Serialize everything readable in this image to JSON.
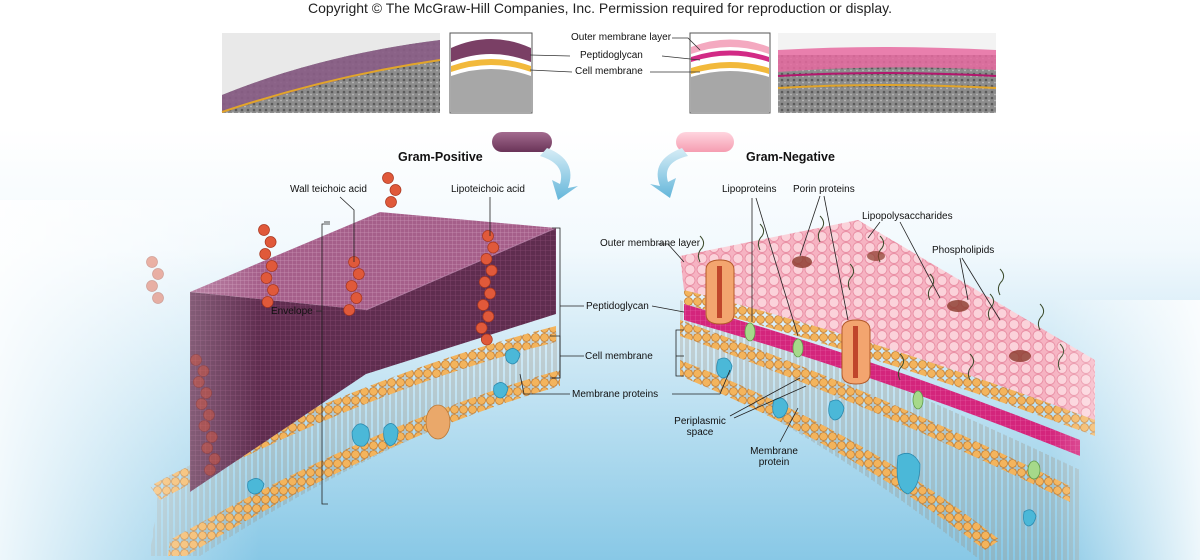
{
  "copyright": "Copyright © The McGraw-Hill Companies, Inc. Permission required for reproduction or display.",
  "legend": {
    "outer_membrane_layer": "Outer membrane layer",
    "peptidoglycan": "Peptidoglycan",
    "cell_membrane": "Cell membrane"
  },
  "gram_positive": {
    "title": "Gram-Positive",
    "wall_teichoic_acid": "Wall teichoic acid",
    "lipoteichoic_acid": "Lipoteichoic acid",
    "envelope": "Envelope"
  },
  "center_labels": {
    "peptidoglycan": "Peptidoglycan",
    "cell_membrane": "Cell membrane",
    "membrane_proteins": "Membrane proteins"
  },
  "gram_negative": {
    "title": "Gram-Negative",
    "lipoproteins": "Lipoproteins",
    "porin_proteins": "Porin proteins",
    "lipopolysaccharides": "Lipopolysaccharides",
    "phospholipids": "Phospholipids",
    "outer_membrane_layer": "Outer membrane layer",
    "periplasmic_space_line1": "Periplasmic",
    "periplasmic_space_line2": "space",
    "membrane_protein_line1": "Membrane",
    "membrane_protein_line2": "protein"
  },
  "colors": {
    "peptidoglycan_gram_positive": "#6e3358",
    "peptidoglycan_gram_negative": "#d6257e",
    "outer_membrane": "#f4a9b9",
    "cell_membrane_heads": "#f0a545",
    "teichoic_acid": "#e0593a",
    "membrane_protein": "#4bb8d8",
    "background_blue": "#9fd4ea"
  }
}
